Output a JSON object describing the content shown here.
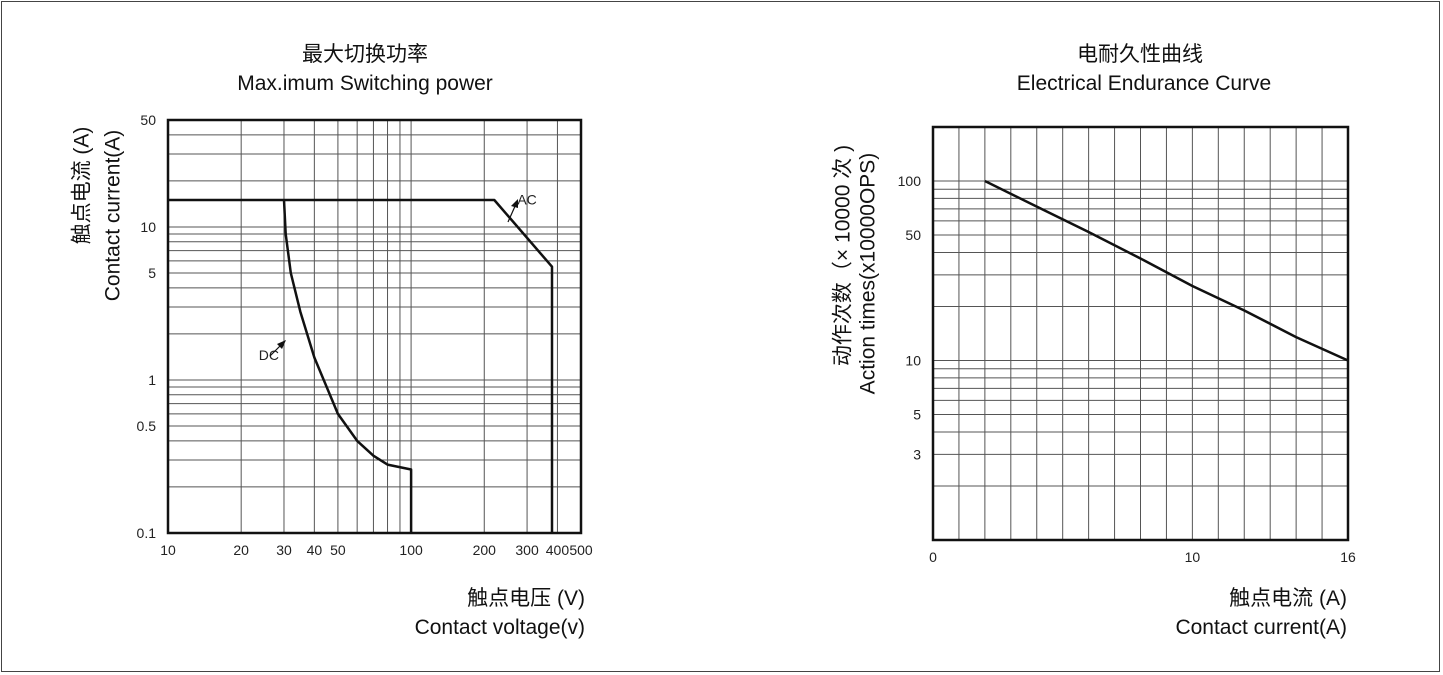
{
  "charts": {
    "left": {
      "title_cn": "最大切换功率",
      "title_en": "Max.imum Switching power",
      "ylabel_cn": "触点电流 (A)",
      "ylabel_en": "Contact current(A)",
      "xlabel_cn": "触点电压 (V)",
      "xlabel_en": "Contact voltage(v)"
    },
    "right": {
      "title_cn": "电耐久性曲线",
      "title_en": "Electrical Endurance Curve",
      "ylabel_cn": "动作次数（× 10000 次 )",
      "ylabel_en": "Action times(x10000OPS)",
      "xlabel_cn": "触点电流 (A)",
      "xlabel_en": "Contact current(A)"
    }
  },
  "chart_data": [
    {
      "type": "line",
      "title": "最大切换功率 Max.imum Switching power",
      "xlabel": "触点电压 (V) Contact voltage(v)",
      "ylabel": "触点电流 (A) Contact current(A)",
      "xscale": "log",
      "yscale": "log",
      "xlim": [
        10,
        500
      ],
      "ylim": [
        0.1,
        50
      ],
      "grid": true,
      "x_ticks": [
        10,
        20,
        30,
        40,
        50,
        100,
        200,
        300,
        400,
        500
      ],
      "x_tick_labels": [
        "10",
        "20",
        "30",
        "40",
        "50",
        "100",
        "200",
        "300",
        "400",
        "500"
      ],
      "y_ticks": [
        0.1,
        0.5,
        1,
        5,
        10,
        50
      ],
      "y_tick_labels": [
        "0.1",
        "0.5",
        "1",
        "5",
        "10",
        "50"
      ],
      "series": [
        {
          "name": "AC",
          "x": [
            10,
            220,
            380,
            380
          ],
          "y": [
            15,
            15,
            5.5,
            0.1
          ]
        },
        {
          "name": "DC",
          "x": [
            30,
            30.5,
            32,
            35,
            40,
            50,
            60,
            70,
            80,
            100,
            100
          ],
          "y": [
            15,
            9,
            5,
            2.8,
            1.4,
            0.6,
            0.4,
            0.32,
            0.28,
            0.26,
            0.1
          ]
        }
      ],
      "annotations": [
        {
          "text": "AC",
          "x": 300,
          "y": 14
        },
        {
          "text": "DC",
          "x": 26,
          "y": 1.35
        }
      ]
    },
    {
      "type": "line",
      "title": "电耐久性曲线 Electrical Endurance Curve",
      "xlabel": "触点电流 (A) Contact current(A)",
      "ylabel": "动作次数（× 10000 次 ) Action times(x10000OPS)",
      "yscale": "log",
      "xlim": [
        0,
        16
      ],
      "ylim": [
        1,
        200
      ],
      "grid": true,
      "x_ticks": [
        0,
        10,
        16
      ],
      "x_tick_labels": [
        "0",
        "10",
        "16"
      ],
      "y_ticks": [
        3,
        5,
        10,
        50,
        100
      ],
      "y_tick_labels": [
        "3",
        "5",
        "10",
        "50",
        "100"
      ],
      "series": [
        {
          "x": [
            2,
            4,
            6,
            8,
            10,
            12,
            14,
            16
          ],
          "y": [
            100,
            72,
            52,
            37,
            26,
            19,
            13.5,
            10
          ]
        }
      ]
    }
  ]
}
